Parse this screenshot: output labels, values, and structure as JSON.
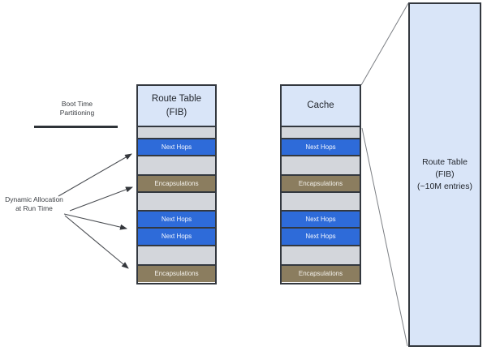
{
  "diagram": {
    "title_implied": "FIB route table partitioning and caching",
    "left_labels": {
      "boot_time": "Boot Time\nPartitioning",
      "dynamic_allocation": "Dynamic Allocation\nat Run Time"
    },
    "columns": [
      {
        "name": "fib-table",
        "header": "Route Table\n(FIB)",
        "segments": [
          {
            "type": "free",
            "label": ""
          },
          {
            "type": "next-hops",
            "label": "Next Hops"
          },
          {
            "type": "free",
            "label": ""
          },
          {
            "type": "encapsulations",
            "label": "Encapsulations"
          },
          {
            "type": "free",
            "label": ""
          },
          {
            "type": "next-hops",
            "label": "Next Hops"
          },
          {
            "type": "next-hops",
            "label": "Next Hops"
          },
          {
            "type": "free",
            "label": ""
          },
          {
            "type": "encapsulations",
            "label": "Encapsulations"
          }
        ]
      },
      {
        "name": "cache",
        "header": "Cache",
        "segments": [
          {
            "type": "free",
            "label": ""
          },
          {
            "type": "next-hops",
            "label": "Next Hops"
          },
          {
            "type": "free",
            "label": ""
          },
          {
            "type": "encapsulations",
            "label": "Encapsulations"
          },
          {
            "type": "free",
            "label": ""
          },
          {
            "type": "next-hops",
            "label": "Next Hops"
          },
          {
            "type": "next-hops",
            "label": "Next Hops"
          },
          {
            "type": "free",
            "label": ""
          },
          {
            "type": "encapsulations",
            "label": "Encapsulations"
          }
        ]
      }
    ],
    "expanded_box": {
      "label": "Route Table\n(FIB)\n(~10M entries)"
    },
    "colors": {
      "header_fill": "#d9e5f8",
      "free_fill": "#d3d6db",
      "next_hops_fill": "#2e6bd9",
      "encapsulations_fill": "#8b7d5f",
      "border": "#33383f",
      "arrow": "#4a4d52",
      "connector": "#7c7f84",
      "label_text": "#3d4045"
    }
  }
}
